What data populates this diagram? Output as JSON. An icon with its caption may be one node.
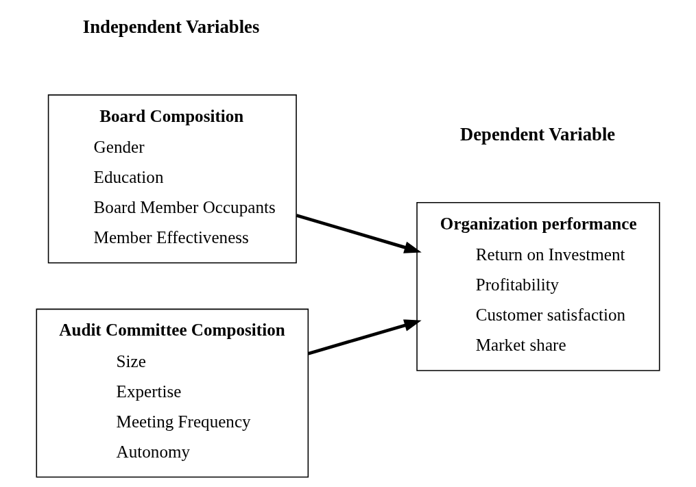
{
  "diagram": {
    "nodes": [
      {
        "text": [
          "Board Composition",
          "Gender",
          "Education",
          "Board Member Occupants",
          "Member Effectiveness"
        ]
      },
      {
        "text": [
          "Audit Committee Composition",
          "Size",
          "Expertise",
          "Meeting Frequency",
          "Autonomy"
        ]
      },
      {
        "text": [
          "Organization performance",
          "Return on Investment",
          "Profitability",
          "Customer satisfaction",
          "Market share"
        ]
      }
    ],
    "edges": [
      {
        "from": 0,
        "to": 2,
        "arrow": "to"
      },
      {
        "from": 1,
        "to": 2,
        "arrow": "to"
      }
    ],
    "labels": [
      "Independent Variables",
      "Dependent Variable"
    ]
  }
}
